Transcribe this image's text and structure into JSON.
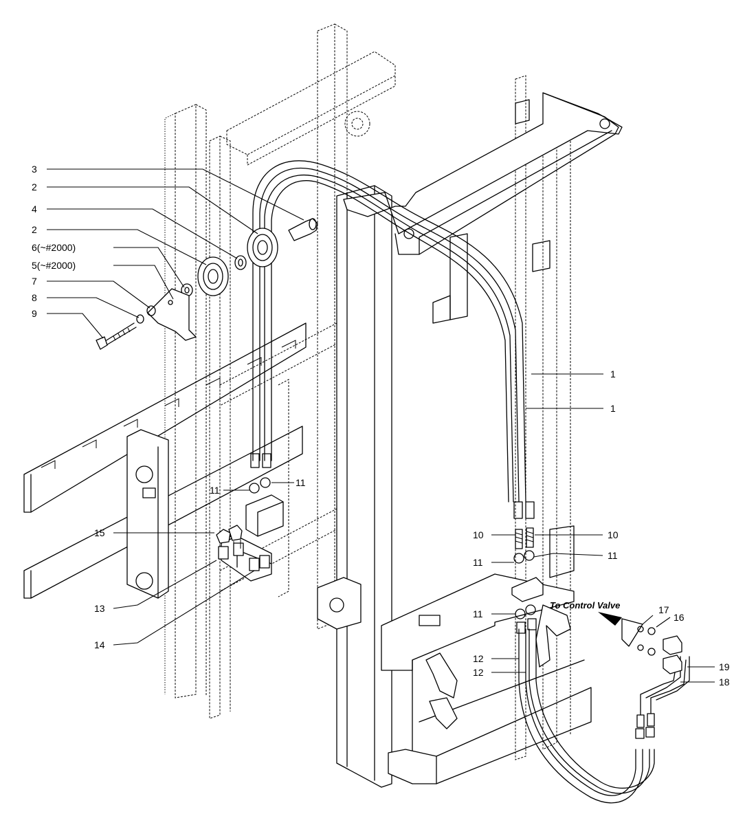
{
  "callouts": {
    "c1a": "1",
    "c1b": "1",
    "c2a": "2",
    "c2b": "2",
    "c3": "3",
    "c4": "4",
    "c5": "5(~#2000)",
    "c6": "6(~#2000)",
    "c7": "7",
    "c8": "8",
    "c9": "9",
    "c10a": "10",
    "c10b": "10",
    "c11a": "11",
    "c11b": "11",
    "c11c": "11",
    "c11d": "11",
    "c11e": "11",
    "c12a": "12",
    "c12b": "12",
    "c13": "13",
    "c14": "14",
    "c15": "15",
    "c16": "16",
    "c17": "17",
    "c18": "18",
    "c19": "19"
  },
  "annotation": {
    "control_valve": "To Control Valve"
  }
}
